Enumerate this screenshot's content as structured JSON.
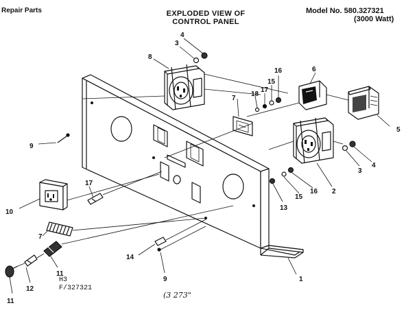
{
  "header": {
    "left": "Repair Parts",
    "title_line1": "EXPLODED VIEW OF",
    "title_line2": "CONTROL PANEL",
    "model_line1": "Model No. 580.327321",
    "model_line2": "(3000 Watt)"
  },
  "footer": {
    "code_line1": "H3",
    "code_line2": "F/327321",
    "handwritten": "(3 273\""
  },
  "callouts": [
    "4",
    "3",
    "8",
    "16",
    "6",
    "7",
    "18",
    "17",
    "15",
    "5",
    "9",
    "4",
    "3",
    "16",
    "15",
    "2",
    "13",
    "17",
    "10",
    "7",
    "14",
    "11",
    "12",
    "11",
    "9",
    "1"
  ],
  "colors": {
    "ink": "#111111",
    "paper": "#ffffff"
  }
}
